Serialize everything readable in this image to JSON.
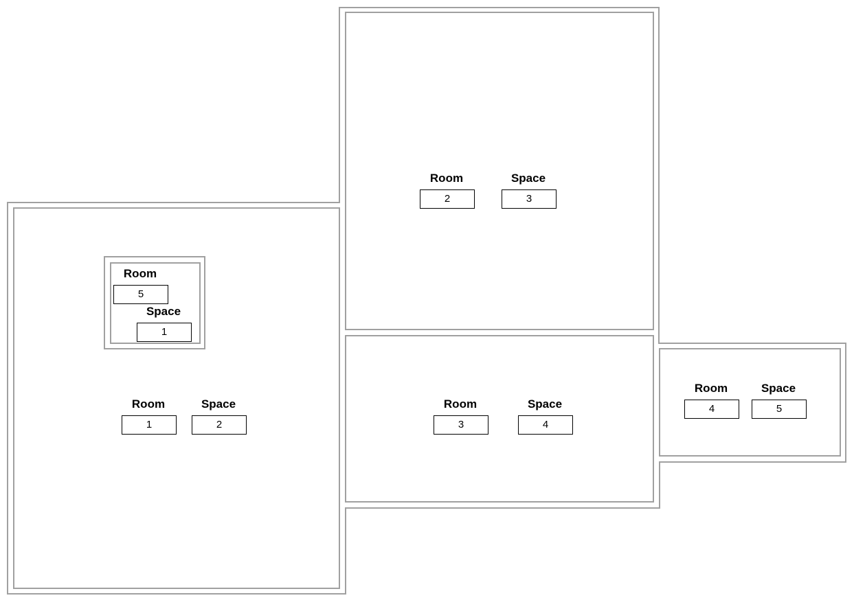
{
  "tags": [
    {
      "id": "room-1",
      "title": "Room",
      "value": "1"
    },
    {
      "id": "space-2",
      "title": "Space",
      "value": "2"
    },
    {
      "id": "room-2",
      "title": "Room",
      "value": "2"
    },
    {
      "id": "space-3",
      "title": "Space",
      "value": "3"
    },
    {
      "id": "room-3",
      "title": "Room",
      "value": "3"
    },
    {
      "id": "space-4",
      "title": "Space",
      "value": "4"
    },
    {
      "id": "room-4",
      "title": "Room",
      "value": "4"
    },
    {
      "id": "space-5",
      "title": "Space",
      "value": "5"
    },
    {
      "id": "room-5",
      "title": "Room",
      "value": "5"
    },
    {
      "id": "space-1",
      "title": "Space",
      "value": "1"
    }
  ]
}
